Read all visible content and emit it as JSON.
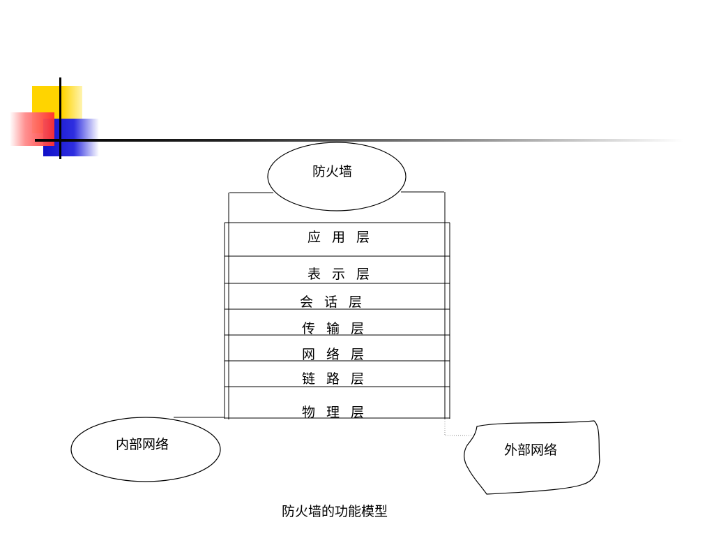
{
  "diagram": {
    "firewall": "防火墙",
    "layers": [
      "应 用 层",
      "表 示 层",
      "会 话 层",
      "传 输 层",
      "网 络 层",
      "链 路 层",
      "物 理 层"
    ],
    "internal_network": "内部网络",
    "external_network": "外部网络",
    "caption": "防火墙的功能模型"
  },
  "colors": {
    "yellow_square": "#FFD700",
    "red_square": "#FF3B3B",
    "blue_square": "#2020D0",
    "rule_line": "#000000"
  }
}
